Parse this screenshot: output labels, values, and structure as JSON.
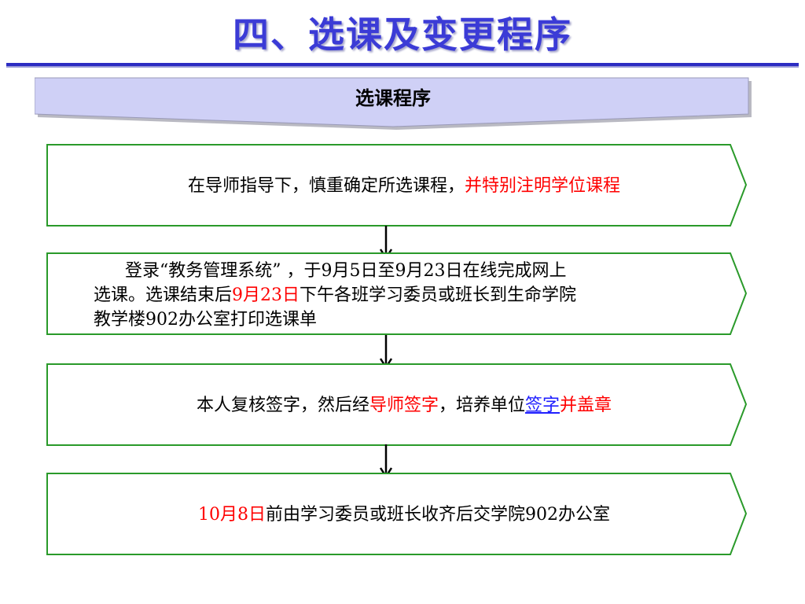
{
  "title": "四、选课及变更程序",
  "banner": {
    "label": "选课程序"
  },
  "steps": [
    {
      "text_black": "在导师指导下，慎重确定所选课程，",
      "text_red": "并特别注明学位课程"
    },
    {
      "line1": "登录“教务管理系统” ，于9月5日至9月23日在线完成网上",
      "line2_pre": "选课。选课结束后",
      "line2_red": "9月23日",
      "line2_post": "下午各班学习委员或班长到生命学院",
      "line3": "教学楼902办公室打印选课单"
    },
    {
      "part1": "本人复核签字，然后经",
      "part2_red": "导师签字",
      "part3": "，培养单位",
      "part4_link": "签字",
      "part5_red": "并盖章"
    },
    {
      "date_red": "10月8日",
      "rest": "前由学习委员或班长收齐后交学院902办公室"
    }
  ],
  "colors": {
    "title": "#3b3bd6",
    "banner_fill": "#cfd0f6",
    "step_border": "#2a9a2a",
    "highlight_red": "#ff0000",
    "link_blue": "#2020ff"
  }
}
